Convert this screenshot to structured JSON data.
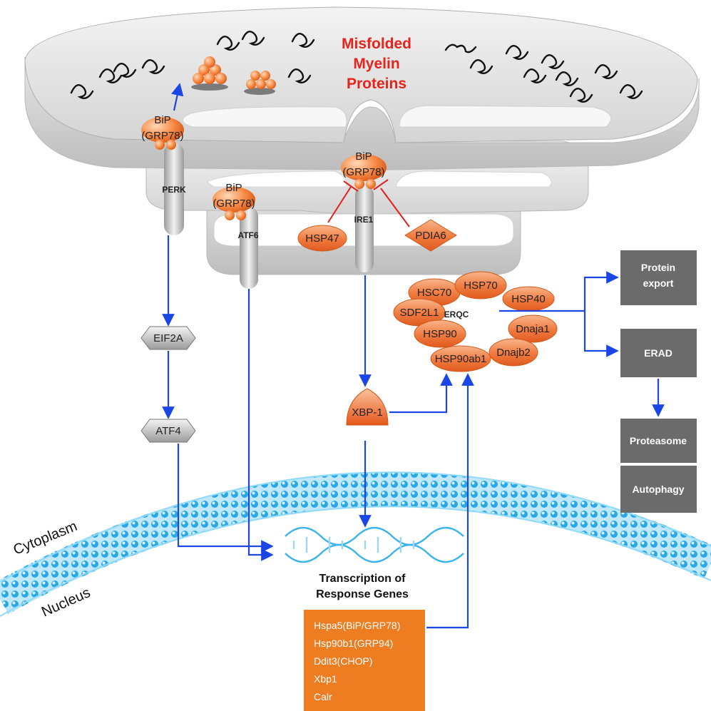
{
  "misfolded_label": [
    "Misfolded",
    "Myelin",
    "Proteins"
  ],
  "bip_labels": {
    "perk_bip": [
      "BiP",
      "(GRP78)"
    ],
    "atf6_bip": [
      "BiP",
      "(GRP78)"
    ],
    "ire1_bip": [
      "BiP",
      "(GRP78)"
    ]
  },
  "sensors": {
    "perk": "PERK",
    "atf6": "ATF6",
    "ire1": "IRE1"
  },
  "er_inhibitors": {
    "hsp47": "HSP47",
    "pdia6": "PDIA6"
  },
  "perk_pathway": {
    "eif2a": "EIF2A",
    "atf4": "ATF4"
  },
  "xbp1": "XBP-1",
  "erqc": {
    "label": "ERQC",
    "chaperones": [
      "HSC70",
      "HSP70",
      "HSP40",
      "SDF2L1",
      "HSP90",
      "Dnaja1",
      "HSP90ab1",
      "Dnajb2"
    ]
  },
  "outcomes": {
    "protein_export": [
      "Protein",
      "export"
    ],
    "erad": "ERAD",
    "proteasome": "Proteasome",
    "autophagy": "Autophagy"
  },
  "compartments": {
    "cytoplasm": "Cytoplasm",
    "nucleus": "Nucleus"
  },
  "transcription": [
    "Transcription of",
    "Response Genes"
  ],
  "response_genes": [
    "Hspa5(BiP/GRP78)",
    "Hsp90b1(GRP94)",
    "Ddit3(CHOP)",
    "Xbp1",
    "Calr"
  ],
  "colors": {
    "arrow": "#1a46e6",
    "inhibition": "#e02020",
    "misfolded_text": "#e8231b",
    "chaperone": "#f07a3e",
    "gene_box": "#ee7d22",
    "outcome_box": "#6b6b6b",
    "membrane": "#2aa7e6"
  }
}
